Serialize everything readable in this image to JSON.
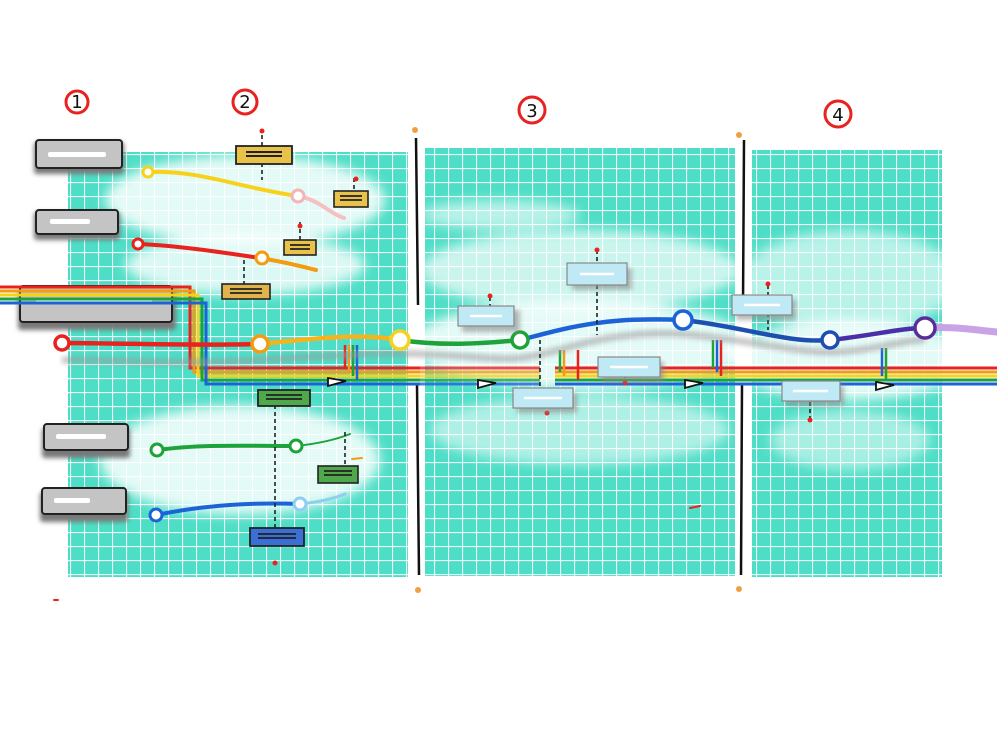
{
  "stages": [
    {
      "label": "1"
    },
    {
      "label": "2"
    },
    {
      "label": "3"
    },
    {
      "label": "4"
    }
  ],
  "colors": {
    "grid": "#3fe0c6",
    "grid_light": "#b8f3ea",
    "red": "#e8231f",
    "orange": "#f39c12",
    "yellow": "#f7d21c",
    "green": "#1ea33a",
    "blue": "#1d63d8",
    "indigo": "#2d3db8",
    "purple": "#6a2c9a",
    "gray_box": "#bdbdbd",
    "note_yellow": "#e8c24a",
    "note_green": "#4fa84a",
    "note_blue": "#3b6fd4",
    "note_cyan": "#bfe9f5",
    "divider": "#111111",
    "dot_orange": "#f0a040"
  },
  "icons": [
    "play-triangle-icon",
    "pin-dot-icon"
  ]
}
